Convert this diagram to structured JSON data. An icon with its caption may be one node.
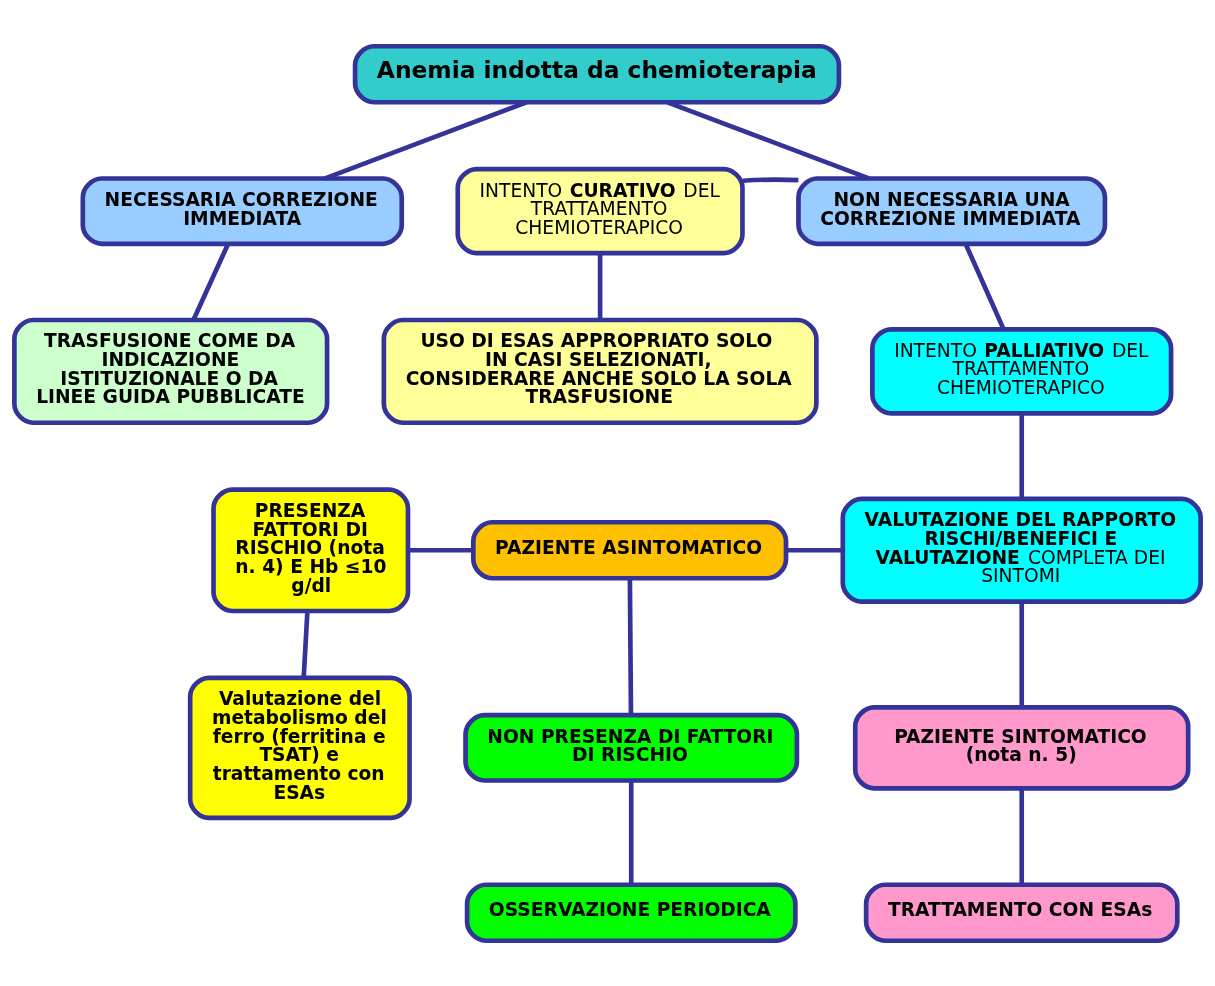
{
  "diagram": {
    "nodes": [
      {
        "text": [
          "Anemia indotta da chemioterapia"
        ]
      },
      {
        "text": [
          "NECESSARIA CORREZIONE IMMEDIATA"
        ]
      },
      {
        "text": [
          "TRASFUSIONE COME DA INDICAZIONE ISTITUZIONALE O DA LINEE GUIDA PUBBLICATE"
        ]
      },
      {
        "text": [
          "INTENTO **CURATIVO** DEL TRATTAMENTO CHEMIOTERAPICO"
        ]
      },
      {
        "text": [
          "NON NECESSARIA UNA CORREZIONE IMMEDIATA"
        ]
      },
      {
        "text": [
          "USO DI ESAS APPROPRIATO SOLO IN CASI SELEZIONATI, CONSIDERARE ANCHE SOLO LA SOLA TRASFUSIONE"
        ]
      },
      {
        "text": [
          "INTENTO **PALLIATIVO** DEL TRATTAMENTO CHEMIOTERAPICO"
        ]
      },
      {
        "text": [
          "PRESENZA FATTORI DI RISCHIO (nota n. 4) E Hb ≤10 g/dl"
        ]
      },
      {
        "text": [
          "PAZIENTE ASINTOMATICO"
        ]
      },
      {
        "text": [
          "**VALUTAZIONE DEL RAPPORTO RISCHI/BENEFICI E VALUTAZIONE** COMPLETA DEI SINTOMI"
        ]
      },
      {
        "text": [
          "NON PRESENZA DI FATTORI DI RISCHIO"
        ]
      },
      {
        "text": [
          "PAZIENTE SINTOMATICO (nota n. 5)"
        ]
      },
      {
        "text": [
          "Valutazione del metabolismo del ferro (ferritina e TSAT) e trattamento con ESAs"
        ]
      },
      {
        "text": [
          "OSSERVAZIONE PERIODICA"
        ]
      },
      {
        "text": [
          "TRATTAMENTO CON ESAs"
        ]
      }
    ],
    "edges": [
      {
        "from": 0,
        "to": 1,
        "arrow": "none"
      },
      {
        "from": 0,
        "to": 4,
        "arrow": "none"
      },
      {
        "from": 1,
        "to": 2,
        "arrow": "none"
      },
      {
        "from": 3,
        "to": 4,
        "arrow": "none"
      },
      {
        "from": 3,
        "to": 5,
        "arrow": "none"
      },
      {
        "from": 4,
        "to": 6,
        "arrow": "none"
      },
      {
        "from": 6,
        "to": 9,
        "arrow": "none"
      },
      {
        "from": 8,
        "to": 9,
        "arrow": "none"
      },
      {
        "from": 7,
        "to": 8,
        "arrow": "none"
      },
      {
        "from": 8,
        "to": 10,
        "arrow": "none"
      },
      {
        "from": 9,
        "to": 11,
        "arrow": "none"
      },
      {
        "from": 7,
        "to": 12,
        "arrow": "none"
      },
      {
        "from": 10,
        "to": 13,
        "arrow": "none"
      },
      {
        "from": 11,
        "to": 14,
        "arrow": "none"
      }
    ]
  }
}
